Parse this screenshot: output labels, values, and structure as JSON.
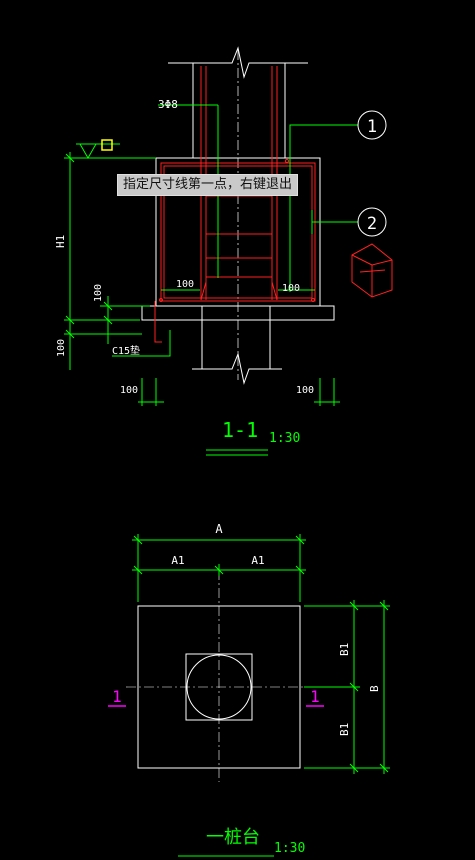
{
  "colors": {
    "background": "#000000",
    "green": "#00ff00",
    "white": "#ffffff",
    "red": "#ff2020",
    "yellow": "#ffff00",
    "magenta": "#ff00ff",
    "tooltip_bg": "#c9c9c9"
  },
  "tooltip": {
    "text": "指定尺寸线第一点，右键退出"
  },
  "section": {
    "rebar_label": "3Φ8",
    "callout_1": "1",
    "callout_2": "2",
    "height_label": "H1",
    "dim_100_left": "100",
    "dim_100_bottom": "100",
    "cover_left": "100",
    "cover_right": "100",
    "bed_label": "C15垫",
    "dim_100_under_left": "100",
    "dim_100_under_right": "100",
    "title": "1-1",
    "scale": "1:30"
  },
  "plan": {
    "dim_total": "A",
    "dim_half_left": "A1",
    "dim_half_right": "A1",
    "dim_side_upper": "B1",
    "dim_side_lower": "B1",
    "dim_side_total": "B",
    "section_mark_left": "1",
    "section_mark_right": "1",
    "title": "一桩台",
    "scale": "1:30"
  }
}
